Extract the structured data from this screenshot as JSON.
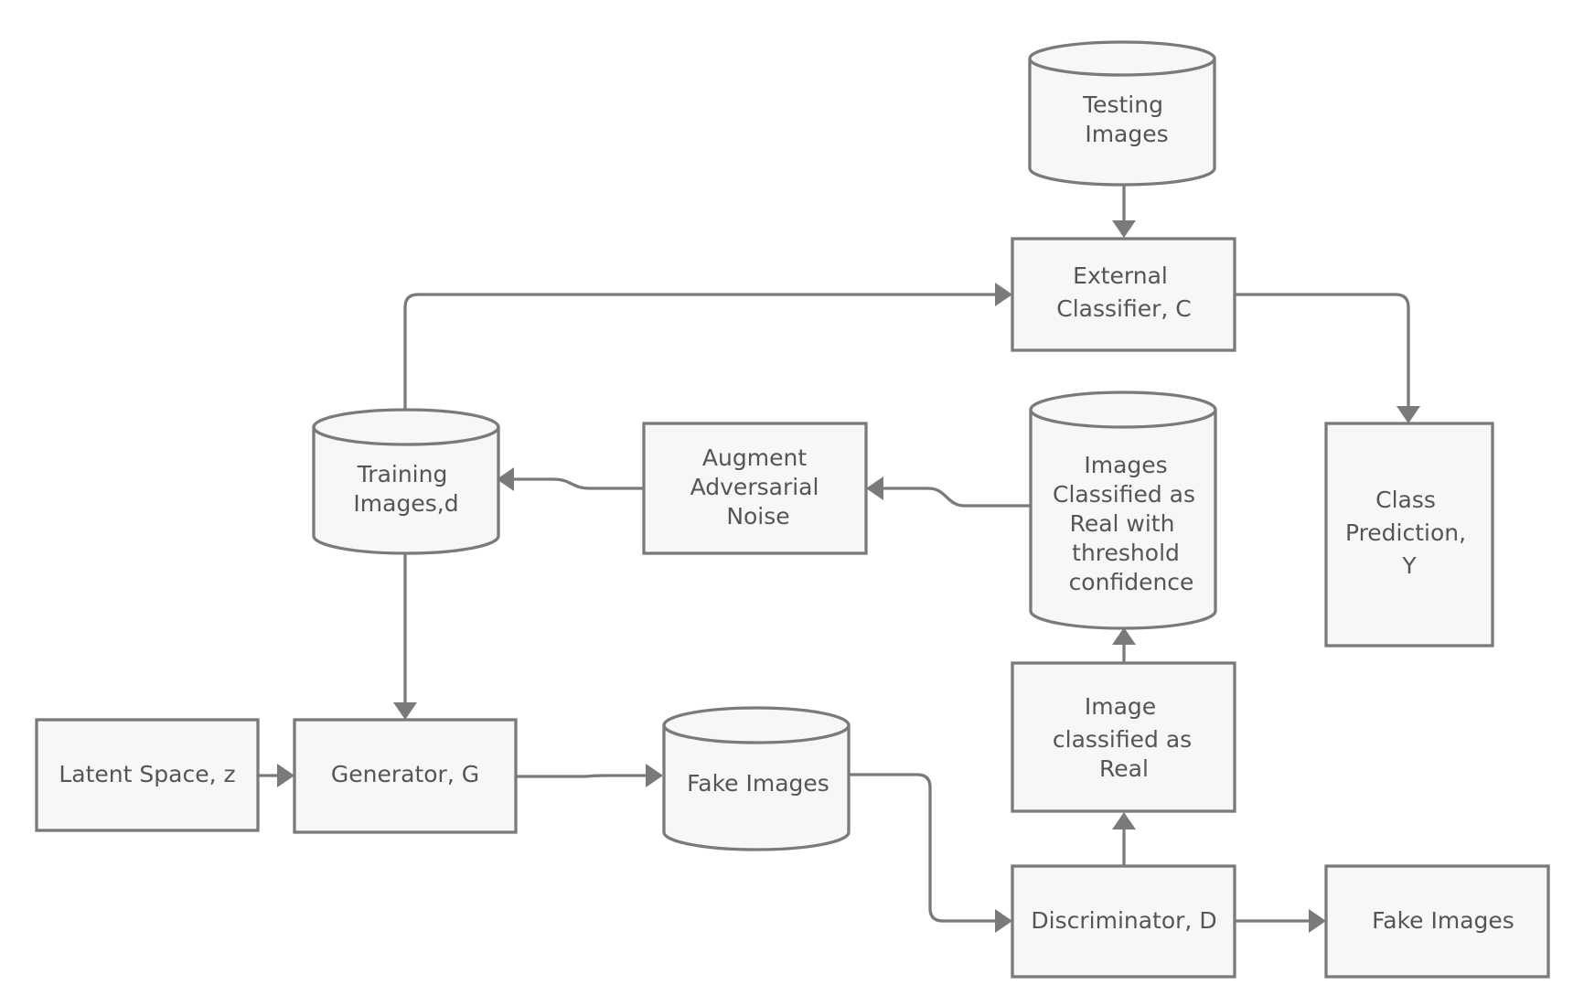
{
  "diagram": {
    "nodes": {
      "testing_images": {
        "lines": [
          "Testing",
          "Images"
        ]
      },
      "external_classifier": {
        "lines": [
          "External",
          "Classifier, C"
        ]
      },
      "class_prediction": {
        "lines": [
          "Class",
          "Prediction,",
          "Y"
        ]
      },
      "training_images": {
        "lines": [
          "Training",
          "Images,d"
        ]
      },
      "augment_noise": {
        "lines": [
          "Augment",
          "Adversarial",
          "Noise"
        ]
      },
      "images_classified_real_threshold": {
        "lines": [
          "Images",
          "Classified as",
          "Real with",
          "threshold",
          "confidence"
        ]
      },
      "image_classified_real": {
        "lines": [
          "Image",
          "classified as",
          "Real"
        ]
      },
      "latent_space": {
        "lines": [
          "Latent Space, z"
        ]
      },
      "generator": {
        "lines": [
          "Generator, G"
        ]
      },
      "fake_images_store": {
        "lines": [
          "Fake Images"
        ]
      },
      "discriminator": {
        "lines": [
          "Discriminator, D"
        ]
      },
      "fake_images_output": {
        "lines": [
          "Fake Images"
        ]
      }
    }
  }
}
